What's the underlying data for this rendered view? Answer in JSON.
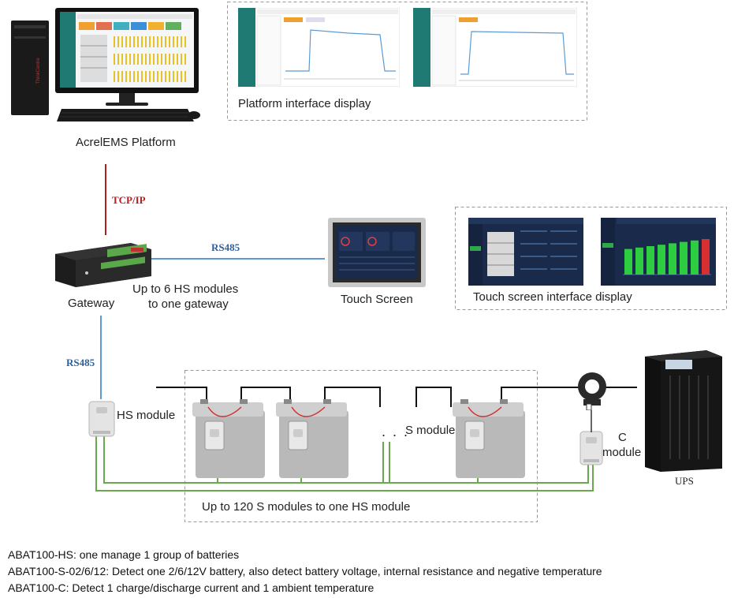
{
  "labels": {
    "platform": "AcrelEMS Platform",
    "platform_display": "Platform interface display",
    "gateway": "Gateway",
    "gateway_capacity_line1": "Up to 6 HS modules",
    "gateway_capacity_line2": "to one gateway",
    "touch_screen": "Touch Screen",
    "touch_display": "Touch screen interface display",
    "hs_module": "HS module",
    "s_module": "S module",
    "c_module_line1": "C",
    "c_module_line2": "module",
    "ups": "UPS",
    "s_capacity": "Up to 120 S modules to one HS module",
    "ellipsis": ". . ."
  },
  "links": {
    "tcp": "TCP/IP",
    "rs485_touch": "RS485",
    "rs485_hs": "RS485"
  },
  "colors": {
    "tcp_line": "#b02020",
    "rs485_line": "#5b9bd5",
    "rs485_text": "#2e5f9e",
    "battery_bus": "#6aa84f",
    "power_line": "#111111",
    "dashed_border": "#999999",
    "platform_app_teal": "#1f7a74",
    "touch_app_navy": "#1a2a4a"
  },
  "notes": [
    "ABAT100-HS: one manage 1 group of batteries",
    "ABAT100-S-02/6/12: Detect one 2/6/12V battery, also detect battery voltage, internal resistance and negative temperature",
    "ABAT100-C: Detect 1 charge/discharge current and 1 ambient temperature"
  ],
  "touch_bar_chart": {
    "type": "bar",
    "values": [
      18,
      19,
      20,
      21,
      22,
      23,
      24,
      25
    ]
  },
  "icons": [
    "desktop-computer-icon",
    "gateway-device-icon",
    "touch-panel-icon",
    "hs-module-icon",
    "battery-icon",
    "current-clamp-icon",
    "c-module-icon",
    "ups-cabinet-icon"
  ]
}
